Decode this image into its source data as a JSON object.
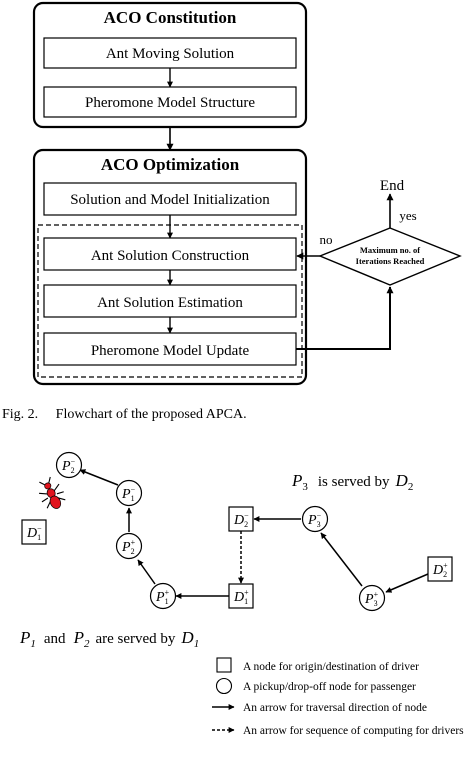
{
  "flowchart": {
    "constitution": {
      "title": "ACO Constitution",
      "steps": [
        "Ant Moving Solution",
        "Pheromone Model Structure"
      ]
    },
    "optimization": {
      "title": "ACO Optimization",
      "init": "Solution and Model Initialization",
      "loop_steps": [
        "Ant Solution Construction",
        "Ant Solution Estimation",
        "Pheromone Model Update"
      ]
    },
    "decision": {
      "line1": "Maximum no. of",
      "line2": "Iterations Reached"
    },
    "end_label": "End",
    "yes_label": "yes",
    "no_label": "no"
  },
  "caption": "Fig. 2.     Flowchart of the proposed APCA.",
  "example": {
    "nodes": [
      {
        "id": "p2m",
        "shape": "circle",
        "base": "P",
        "sub": "2",
        "sup": "−"
      },
      {
        "id": "p1m",
        "shape": "circle",
        "base": "P",
        "sub": "1",
        "sup": "−"
      },
      {
        "id": "p2p",
        "shape": "circle",
        "base": "P",
        "sub": "2",
        "sup": "+"
      },
      {
        "id": "p1p",
        "shape": "circle",
        "base": "P",
        "sub": "1",
        "sup": "+"
      },
      {
        "id": "d1p",
        "shape": "square",
        "base": "D",
        "sub": "1",
        "sup": "+"
      },
      {
        "id": "d1m",
        "shape": "square",
        "base": "D",
        "sub": "1",
        "sup": "−"
      },
      {
        "id": "d2m",
        "shape": "square",
        "base": "D",
        "sub": "2",
        "sup": "−"
      },
      {
        "id": "p3m",
        "shape": "circle",
        "base": "P",
        "sub": "3",
        "sup": "−"
      },
      {
        "id": "p3p",
        "shape": "circle",
        "base": "P",
        "sub": "3",
        "sup": "+"
      },
      {
        "id": "d2p",
        "shape": "square",
        "base": "D",
        "sub": "2",
        "sup": "+"
      }
    ],
    "p3_statement": {
      "p": "P",
      "p_sub": "3",
      "mid": "is served by",
      "d": "D",
      "d_sub": "2"
    },
    "p12_statement": {
      "p1": "P",
      "p1_sub": "1",
      "and": "and",
      "p2": "P",
      "p2_sub": "2",
      "mid": "are served by",
      "d": "D",
      "d_sub": "1"
    }
  },
  "legend": [
    {
      "symbol": "square",
      "text": "A node for origin/destination of driver"
    },
    {
      "symbol": "circle",
      "text": "A pickup/drop-off node for passenger"
    },
    {
      "symbol": "arrow",
      "text": "An arrow for traversal direction of node"
    },
    {
      "symbol": "dashed-arrow",
      "text": "An arrow for sequence of computing for drivers"
    }
  ],
  "colors": {
    "ant": "#e0141e",
    "stroke": "#000000"
  }
}
